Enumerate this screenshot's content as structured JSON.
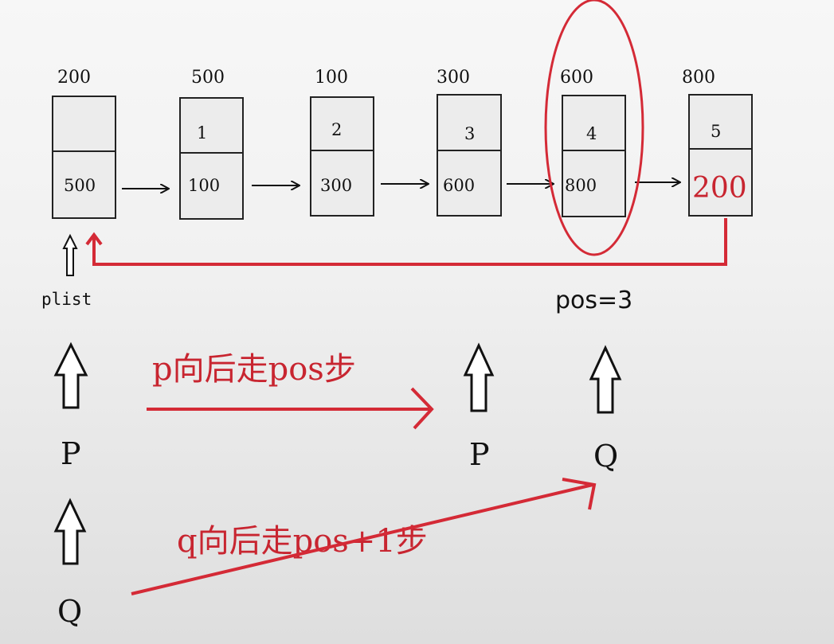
{
  "nodes": [
    {
      "address": "200",
      "data": "",
      "next": "500"
    },
    {
      "address": "500",
      "data": "1",
      "next": "100"
    },
    {
      "address": "100",
      "data": "2",
      "next": "300"
    },
    {
      "address": "300",
      "data": "3",
      "next": "600"
    },
    {
      "address": "600",
      "data": "4",
      "next": "800"
    },
    {
      "address": "800",
      "data": "5",
      "next": "200"
    }
  ],
  "labels": {
    "plist": "plist",
    "pos": "pos=3",
    "p_initial": "P",
    "q_initial": "Q",
    "p_moved": "P",
    "q_moved": "Q",
    "p_step": "p向后走pos步",
    "q_step": "q向后走pos+1步"
  },
  "colors": {
    "annotation_red": "#d42a36",
    "node_border": "#222222"
  }
}
